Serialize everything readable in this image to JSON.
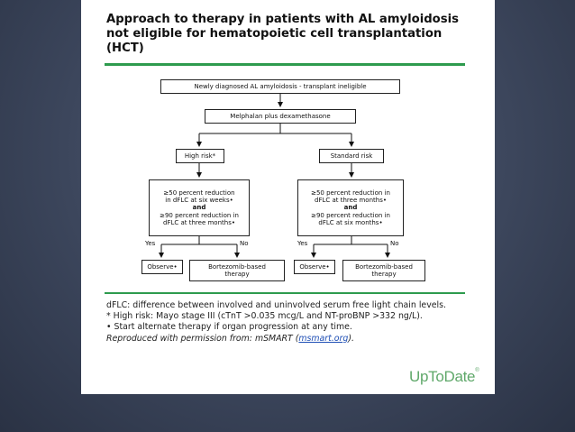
{
  "title": "Approach to therapy in patients with AL amyloidosis not eligible for hematopoietic cell transplantation (HCT)",
  "diagram": {
    "start": "Newly diagnosed AL amyloidosis - transplant ineligible",
    "treatment": "Melphalan plus dexamethasone",
    "high_risk": "High risk*",
    "standard_risk": "Standard risk",
    "left_criteria": {
      "line1": "≥50 percent reduction",
      "line2": "in dFLC at six weeks•",
      "and": "and",
      "line3": "≥90 percent reduction in",
      "line4": "dFLC at three months•"
    },
    "right_criteria": {
      "line1": "≥50 percent reduction in",
      "line2": "dFLC at three months•",
      "and": "and",
      "line3": "≥90 percent reduction in",
      "line4": "dFLC at six months•"
    },
    "yes": "Yes",
    "no": "No",
    "observe": "Observe•",
    "bortezomib_line1": "Bortezomib-based",
    "bortezomib_line2": "therapy"
  },
  "footnotes": {
    "dflc": "dFLC: difference between involved and uninvolved serum free light chain levels.",
    "high_risk": "* High risk: Mayo stage III (cTnT >0.035 mcg/L and NT-proBNP >332 ng/L).",
    "alternate": "• Start alternate therapy if organ progression at any time.",
    "reproduced_prefix": "Reproduced with permission from: mSMART (",
    "reproduced_link": "msmart.org",
    "reproduced_suffix": ")."
  },
  "logo": {
    "text": "UpToDate",
    "mark": "®"
  },
  "colors": {
    "rule": "#2e9b4e",
    "logo": "#5fa86a",
    "background": "#3c465c"
  }
}
